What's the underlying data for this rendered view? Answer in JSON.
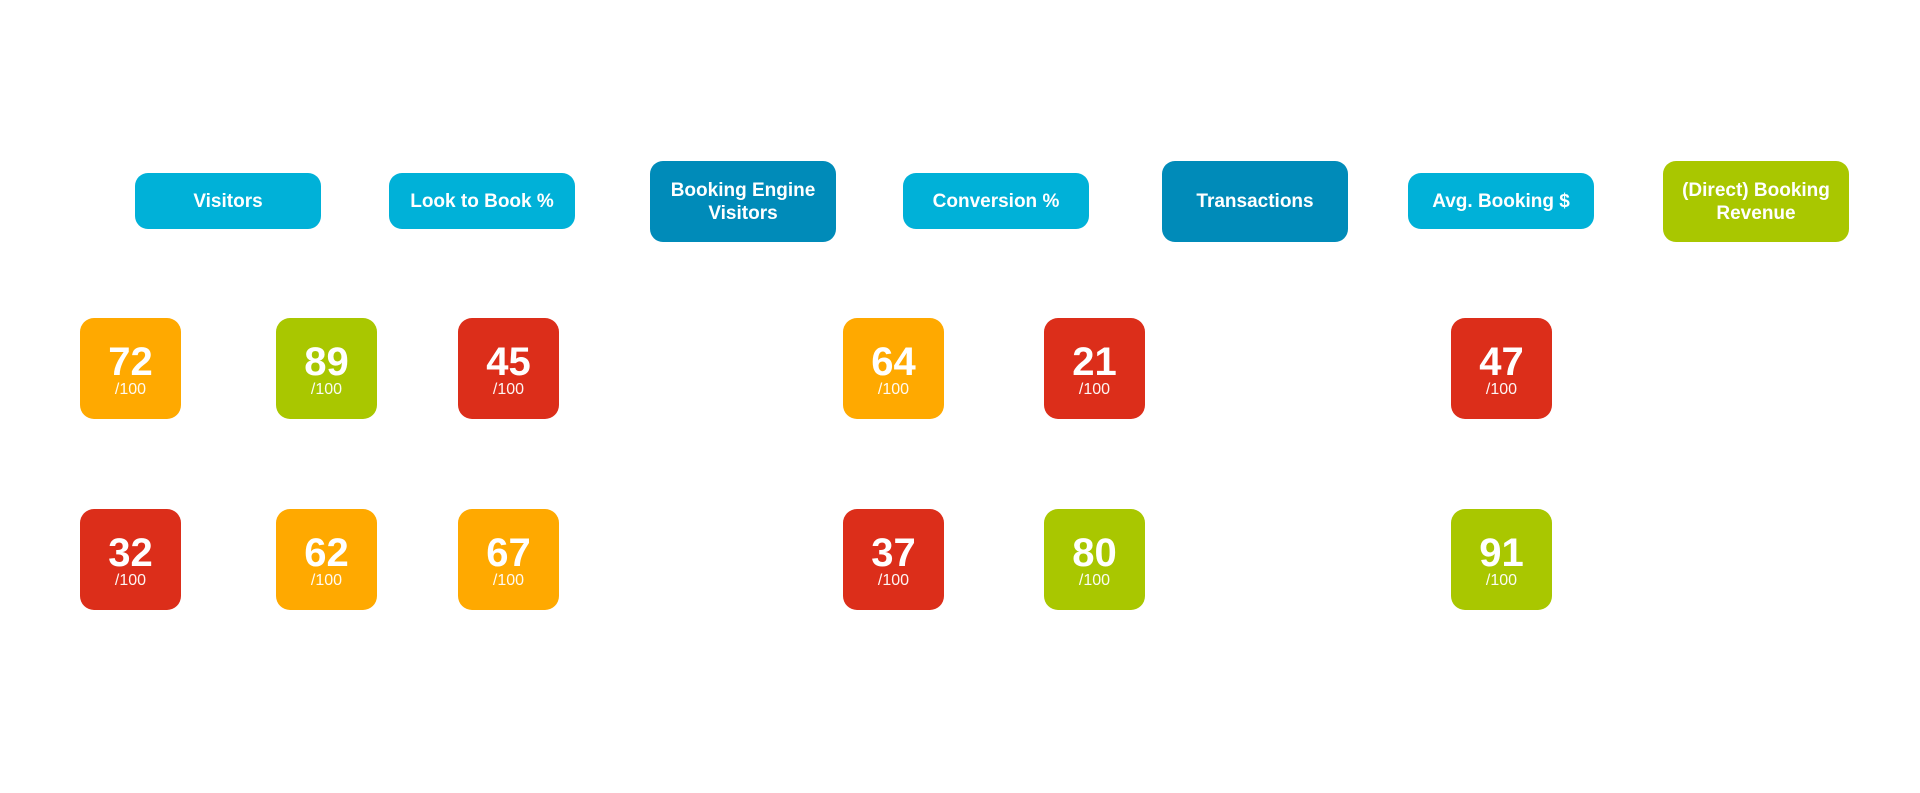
{
  "headers": [
    {
      "label": "Visitors",
      "style": "light"
    },
    {
      "label": "Look to Book %",
      "style": "light"
    },
    {
      "label": "Booking Engine Visitors",
      "style": "dark"
    },
    {
      "label": "Conversion %",
      "style": "light"
    },
    {
      "label": "Transactions",
      "style": "dark"
    },
    {
      "label": "Avg. Booking $",
      "style": "light"
    },
    {
      "label": "(Direct) Booking Revenue",
      "style": "green"
    }
  ],
  "score_suffix": "/100",
  "score_colors": {
    "high": "#a9c700",
    "mid": "#ffa900",
    "low": "#dc2e1a"
  },
  "scores": {
    "row1": [
      {
        "value": "72",
        "level": "mid"
      },
      {
        "value": "89",
        "level": "high"
      },
      {
        "value": "45",
        "level": "low"
      },
      {
        "value": "64",
        "level": "mid"
      },
      {
        "value": "21",
        "level": "low"
      },
      {
        "value": "47",
        "level": "low"
      }
    ],
    "row2": [
      {
        "value": "32",
        "level": "low"
      },
      {
        "value": "62",
        "level": "mid"
      },
      {
        "value": "67",
        "level": "mid"
      },
      {
        "value": "37",
        "level": "low"
      },
      {
        "value": "80",
        "level": "high"
      },
      {
        "value": "91",
        "level": "high"
      }
    ]
  }
}
